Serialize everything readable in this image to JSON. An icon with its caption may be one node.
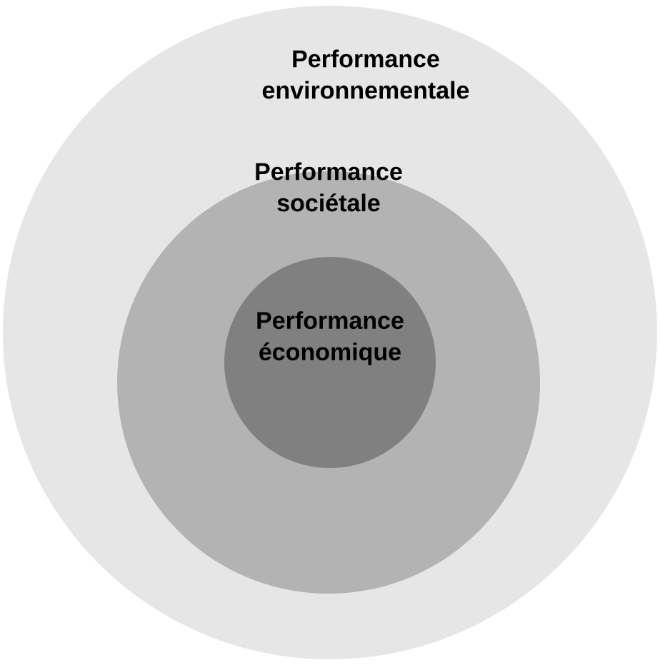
{
  "diagram": {
    "nodes": [
      {
        "text": [
          "Performance environnementale"
        ]
      },
      {
        "text": [
          "Performance sociétale"
        ],
        "in": 0
      },
      {
        "text": [
          "Performance économique"
        ],
        "in": 1
      }
    ]
  }
}
